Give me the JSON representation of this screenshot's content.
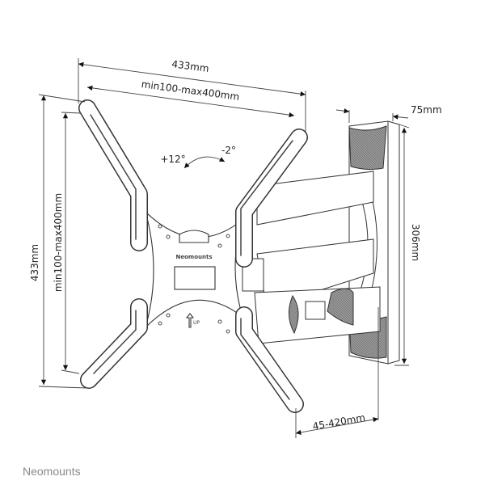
{
  "dimensions": {
    "overall_width": "433mm",
    "vesa_width": "min100-max400mm",
    "overall_height": "433mm",
    "vesa_height": "min100-max400mm",
    "wall_plate_height": "306mm",
    "wall_plate_depth": "75mm",
    "arm_extension": "45-420mm"
  },
  "tilt": {
    "up": "+12°",
    "down": "-2°"
  },
  "plate_labels": {
    "logo": "Neomounts",
    "up": "UP"
  },
  "brand": "Neomounts",
  "colors": {
    "line": "#333333",
    "shade": "#8a8a8a",
    "brand": "#888888"
  }
}
